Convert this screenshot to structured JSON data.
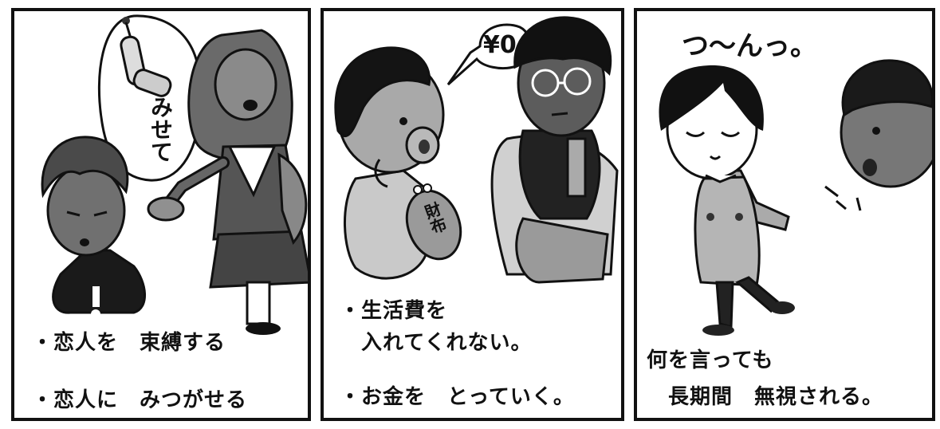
{
  "panel1": {
    "speech": "みせて",
    "caption_line1": "・恋人を　束縛する",
    "caption_line2": "・恋人に　みつがせる"
  },
  "panel2": {
    "speech": "¥0",
    "wallet_label": "財布",
    "caption_line1": "・生活費を",
    "caption_line2": "　入れてくれない。",
    "caption_line3": "・お金を　とっていく。"
  },
  "panel3": {
    "speech": "つ〜んっ。",
    "caption_line1": "何を言っても",
    "caption_line2": "　長期間　無視される。"
  }
}
